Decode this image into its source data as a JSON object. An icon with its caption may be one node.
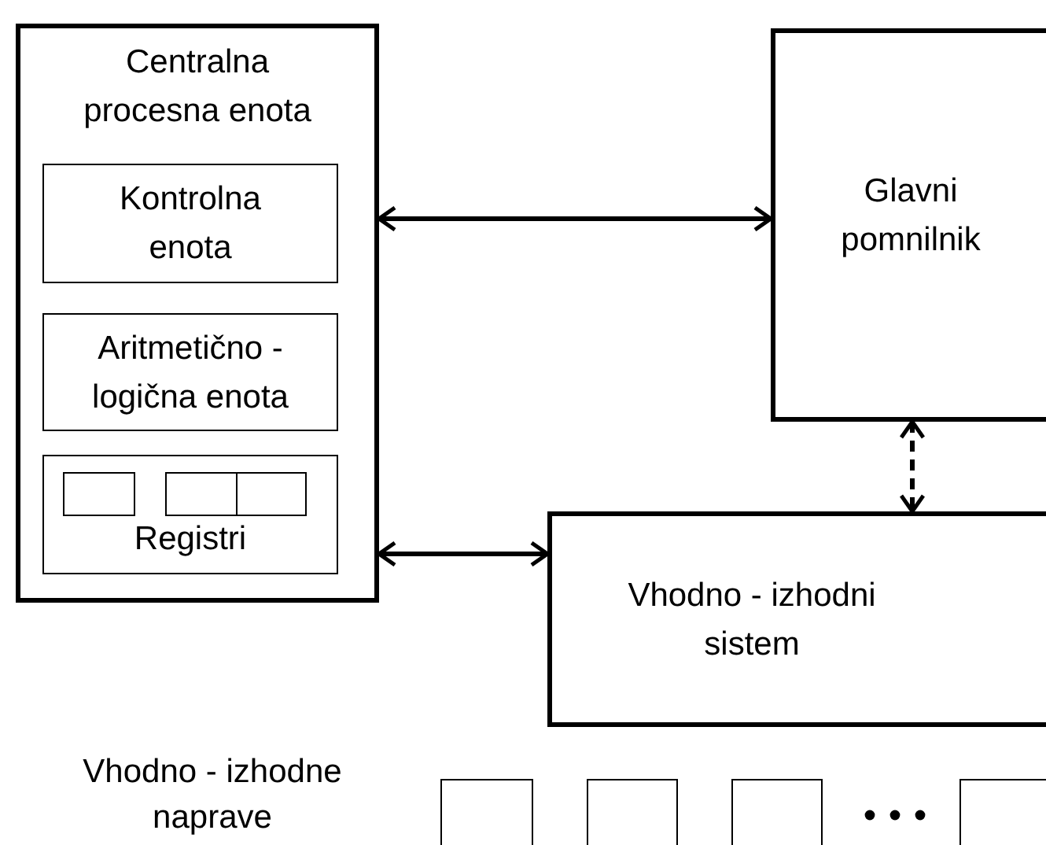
{
  "diagram": {
    "nodes": [
      {
        "text": [
          "Centralna procesna enota"
        ]
      },
      {
        "text": [
          "Kontrolna enota"
        ],
        "in": 0
      },
      {
        "text": [
          "Aritmetično - logična enota"
        ],
        "in": 0
      },
      {
        "text": [
          "Registri"
        ],
        "in": 0
      },
      {
        "text": [],
        "shape": "box",
        "in": 3
      },
      {
        "text": [],
        "shape": "box",
        "in": 3
      },
      {
        "text": [],
        "shape": "box",
        "in": 3
      },
      {
        "text": [
          "Glavni pomnilnik"
        ]
      },
      {
        "text": [
          "Vhodno - izhodni sistem"
        ]
      },
      {
        "text": [],
        "shape": "box"
      },
      {
        "text": [],
        "shape": "box"
      },
      {
        "text": [],
        "shape": "box"
      },
      {
        "text": [],
        "shape": "box"
      }
    ],
    "edges": [
      {
        "from": 0,
        "to": 7,
        "arrow": "both"
      },
      {
        "from": 0,
        "to": 8,
        "arrow": "both"
      },
      {
        "from": 7,
        "to": 8,
        "arrow": "both",
        "style": "dashed"
      }
    ],
    "labels": [
      "Vhodno - izhodne naprave"
    ]
  }
}
